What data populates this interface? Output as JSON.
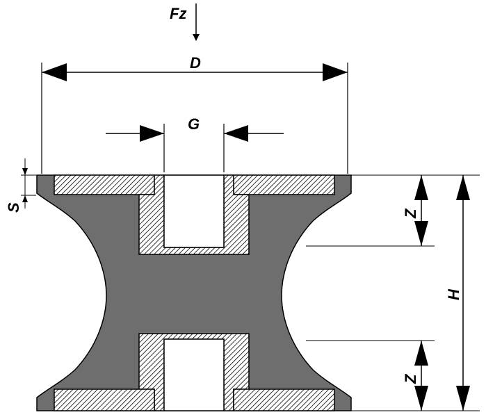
{
  "labels": {
    "force": "Fz",
    "diameter": "D",
    "bore": "G",
    "plate_thickness": "S",
    "height": "H",
    "thread_depth_top": "Z",
    "thread_depth_bottom": "Z"
  },
  "colors": {
    "rubber": "#6e6e6e",
    "steel": "#ffffff",
    "hatch": "#000000",
    "line": "#000000"
  }
}
